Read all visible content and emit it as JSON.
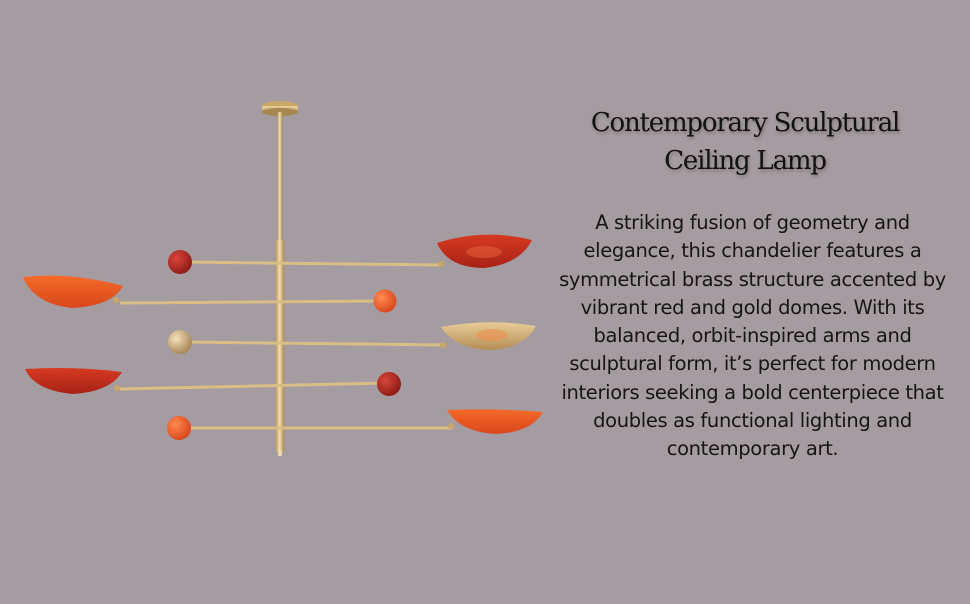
{
  "product": {
    "title_line1": "Contemporary Sculptural",
    "title_line2": "Ceiling Lamp",
    "description": "A striking fusion of geometry and elegance, this chandelier features a symmetrical brass structure accented by vibrant red and gold domes. With its balanced, orbit-inspired arms and sculptural form, it’s perfect for modern interiors seeking a bold centerpiece that doubles as functional lighting and contemporary art."
  },
  "image": {
    "subject": "brass mobile chandelier with red, orange and gold dome shades and counterweight spheres",
    "colors": {
      "background": "#a59ca1",
      "brass": "#d8bd85",
      "red": "#b8281e",
      "orange": "#e8561f",
      "gold_dome": "#c9a66b"
    }
  }
}
